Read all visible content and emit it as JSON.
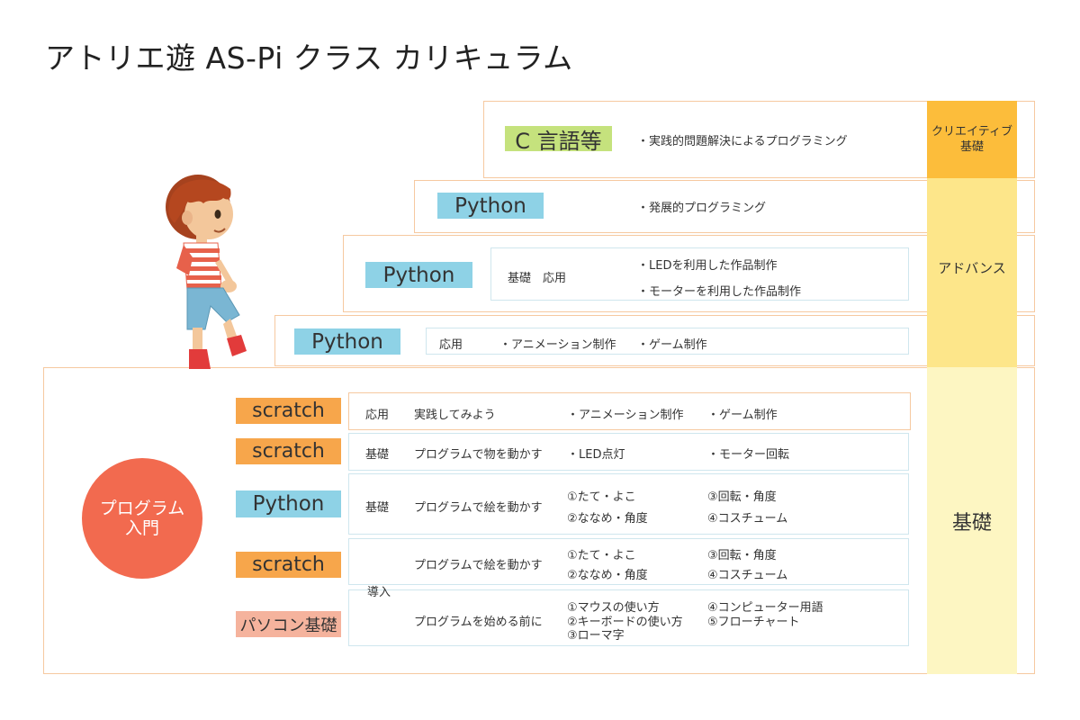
{
  "title": "アトリエ遊 AS-Pi クラス カリキュラム",
  "levels": {
    "creative": "クリエイティブ\n基礎",
    "advance": "アドバンス",
    "basic": "基礎"
  },
  "c_row": {
    "label": "C 言語等",
    "desc": "・実践的問題解決によるプログラミング"
  },
  "python_row1": {
    "label": "Python",
    "desc": "・発展的プログラミング"
  },
  "python_row2": {
    "label": "Python",
    "stage": "基礎　応用",
    "item1": "・LEDを利用した作品制作",
    "item2": "・モーターを利用した作品制作"
  },
  "python_row3": {
    "label": "Python",
    "stage": "応用",
    "item1": "・アニメーション制作",
    "item2": "・ゲーム制作"
  },
  "intro": "プログラム\n入門",
  "basic_rows": [
    {
      "label": "scratch",
      "stage": "応用",
      "topic": "実践してみよう",
      "a": "・アニメーション制作",
      "b": "・ゲーム制作"
    },
    {
      "label": "scratch",
      "stage": "基礎",
      "topic": "プログラムで物を動かす",
      "a": "・LED点灯",
      "b": "・モーター回転"
    },
    {
      "label": "Python",
      "stage": "基礎",
      "topic": "プログラムで絵を動かす",
      "a1": "①たて・よこ",
      "a2": "②ななめ・角度",
      "b1": "③回転・角度",
      "b2": "④コスチューム"
    },
    {
      "label": "scratch",
      "topic": "プログラムで絵を動かす",
      "a1": "①たて・よこ",
      "a2": "②ななめ・角度",
      "b1": "③回転・角度",
      "b2": "④コスチューム"
    },
    {
      "label": "パソコン基礎",
      "topic": "プログラムを始める前に",
      "a1": "①マウスの使い方",
      "a2": "②キーボードの使い方",
      "a3": "③ローマ字",
      "b1": "④コンピューター用語",
      "b2": "⑤フローチャート"
    }
  ],
  "intro_stage": "導入",
  "colors": {
    "c_label": "#c5e27d",
    "python_label": "#8ed2e6",
    "scratch_label": "#f7a64b",
    "pc_label": "#f5b39d",
    "circle": "#f26a4f",
    "creative_bar": "#fcbd3b",
    "advance_bar": "#fde68a",
    "basic_bar": "#fdf6c2"
  }
}
